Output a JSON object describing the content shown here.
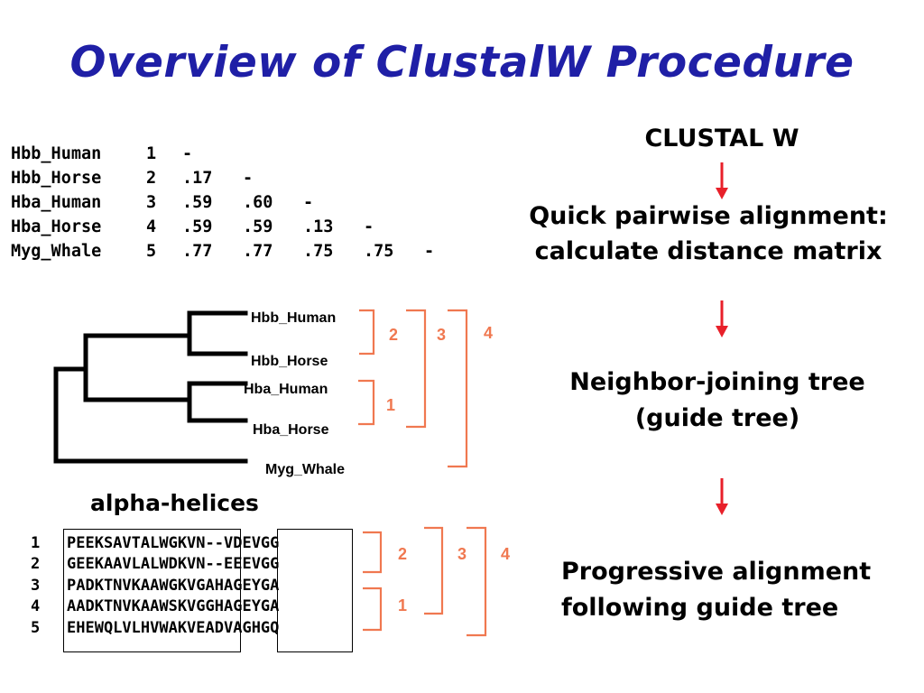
{
  "title": "Overview of ClustalW Procedure",
  "distance_matrix": {
    "rows": [
      {
        "name": "Hbb_Human",
        "index": "1",
        "values": [
          "-"
        ]
      },
      {
        "name": "Hbb_Horse",
        "index": "2",
        "values": [
          ".17",
          "-"
        ]
      },
      {
        "name": "Hba_Human",
        "index": "3",
        "values": [
          ".59",
          ".60",
          "-"
        ]
      },
      {
        "name": "Hba_Horse",
        "index": "4",
        "values": [
          ".59",
          ".59",
          ".13",
          "-"
        ]
      },
      {
        "name": "Myg_Whale",
        "index": "5",
        "values": [
          ".77",
          ".77",
          ".75",
          ".75",
          "-"
        ]
      }
    ]
  },
  "tree": {
    "leaves": [
      "Hbb_Human",
      "Hbb_Horse",
      "Hba_Human",
      "Hba_Horse",
      "Myg_Whale"
    ],
    "cluster_labels": [
      "2",
      "3",
      "4",
      "1"
    ]
  },
  "alignment": {
    "label": "alpha-helices",
    "rows": [
      {
        "index": "1",
        "seq": "PEEKSAVTALWGKVN--VDEVGG"
      },
      {
        "index": "2",
        "seq": "GEEKAAVLALWDKVN--EEEVGG"
      },
      {
        "index": "3",
        "seq": "PADKTNVKAAWGKVGAHAGEYGA"
      },
      {
        "index": "4",
        "seq": "AADKTNVKAAWSKVGGHAGEYGA"
      },
      {
        "index": "5",
        "seq": "EHEWQLVLHVWAKVEADVAGHGQ"
      }
    ],
    "cluster_labels": [
      "2",
      "3",
      "4",
      "1"
    ]
  },
  "flow": {
    "step0": "CLUSTAL W",
    "step1_line1": "Quick pairwise alignment:",
    "step1_line2": "calculate distance matrix",
    "step2_line1": "Neighbor-joining tree",
    "step2_line2": "(guide tree)",
    "step3_line1": "Progressive alignment",
    "step3_line2": "following guide tree"
  },
  "colors": {
    "title": "#1f1fa6",
    "bracket": "#f07850",
    "arrow": "#e8202a"
  }
}
